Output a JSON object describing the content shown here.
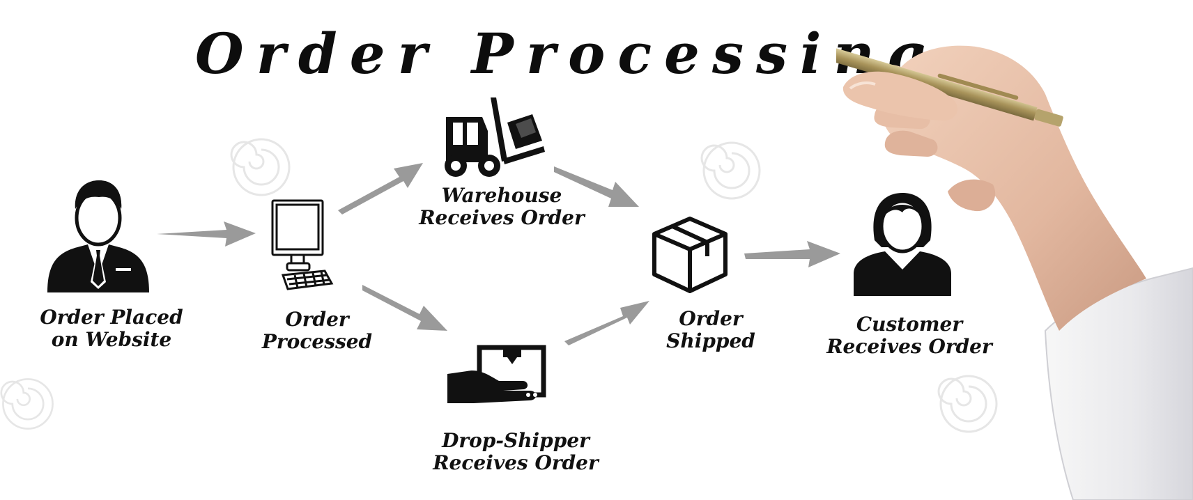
{
  "diagram": {
    "title": "Order Processing",
    "steps": [
      {
        "id": "order-placed",
        "icon": "businessman-icon",
        "line1": "Order Placed",
        "line2": "on Website"
      },
      {
        "id": "order-processed",
        "icon": "computer-icon",
        "line1": "Order",
        "line2": "Processed"
      },
      {
        "id": "warehouse",
        "icon": "forklift-icon",
        "line1": "Warehouse",
        "line2": "Receives Order"
      },
      {
        "id": "drop-shipper",
        "icon": "hand-package-icon",
        "line1": "Drop-Shipper",
        "line2": "Receives Order"
      },
      {
        "id": "order-shipped",
        "icon": "box-icon",
        "line1": "Order",
        "line2": "Shipped"
      },
      {
        "id": "customer",
        "icon": "woman-icon",
        "line1": "Customer",
        "line2": "Receives Order"
      }
    ],
    "arrow_color": "#9a9a9a",
    "ink_color": "#111111"
  }
}
